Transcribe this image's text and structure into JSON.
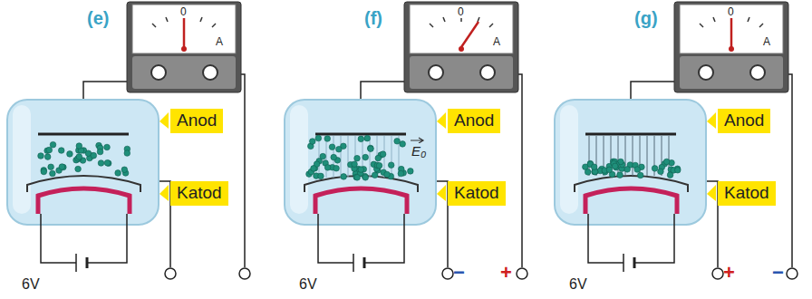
{
  "diagram": {
    "nodes": [
      {
        "text": [
          "Anod"
        ]
      },
      {
        "text": [
          "Katod"
        ]
      },
      {
        "text": [
          "Anod"
        ]
      },
      {
        "text": [
          "Katod"
        ]
      },
      {
        "text": [
          "Anod"
        ]
      },
      {
        "text": [
          "Katod"
        ]
      }
    ],
    "labels": [
      "(e)",
      "0",
      "A",
      "6V",
      "(f)",
      "0",
      "A",
      "E₀",
      "6V",
      "−",
      "+",
      "(g)",
      "0",
      "A",
      "6V",
      "+",
      "−"
    ]
  }
}
